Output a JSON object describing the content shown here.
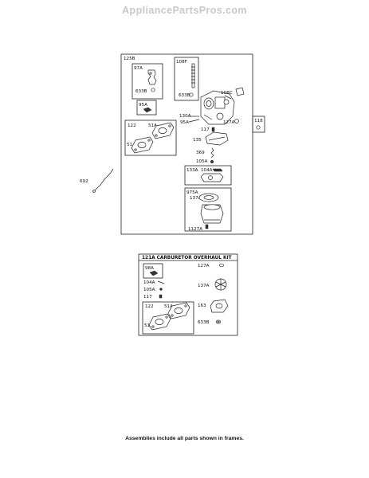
{
  "site_title": "AppliancePartsPros.com",
  "footer_note": "Assemblies include all parts shown in frames.",
  "upper_assembly": {
    "frame_label": "125B",
    "subframes": {
      "f97A": "97A",
      "f95A": "95A",
      "f122": "122",
      "f108F": "108F",
      "f133A": "133A",
      "f975A": "975A",
      "f118": "118"
    },
    "parts": {
      "p633B_a": "633B",
      "p51A": "51A",
      "p51": "51",
      "p633B_b": "633B",
      "p108C": "108C",
      "p130A": "130A",
      "p95A": "95A",
      "p127A": "127A",
      "p117": "117",
      "p135": "135",
      "p369": "369",
      "p105A": "105A",
      "p104A": "104A",
      "p137A": "137A",
      "p1127A": "1127A",
      "p692": "692"
    }
  },
  "kit": {
    "title": "121A CARBURETOR OVERHAUL KIT",
    "subframes": {
      "f98A": "98A",
      "f122": "122"
    },
    "parts": {
      "p104A": "104A",
      "p105A": "105A",
      "p117": "117",
      "p51A": "51A",
      "p51": "51",
      "p127A": "127A",
      "p137A": "137A",
      "p163": "163",
      "p633B": "633B"
    }
  }
}
